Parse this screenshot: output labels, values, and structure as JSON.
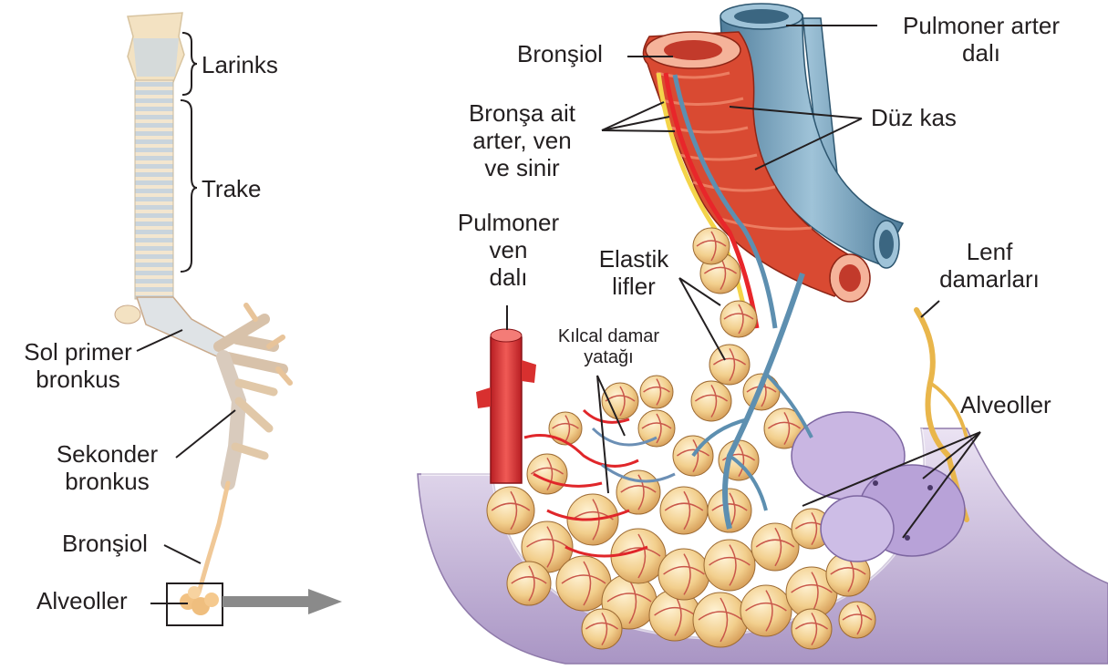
{
  "left_labels": {
    "larynx": "Larinks",
    "trachea": "Trake",
    "primary_bronchus": [
      "Sol primer",
      "bronkus"
    ],
    "secondary_bronchus": [
      "Sekonder",
      "bronkus"
    ],
    "bronchiole": "Bronşiol",
    "alveoli": "Alveoller"
  },
  "right_labels": {
    "bronchiole": "Bronşiol",
    "pulmonary_artery": [
      "Pulmoner arter",
      "dalı"
    ],
    "bronchial_vessels": [
      "Bronşa ait",
      "arter, ven",
      "ve sinir"
    ],
    "smooth_muscle": "Düz kas",
    "pulmonary_vein": [
      "Pulmoner",
      "ven",
      "dalı"
    ],
    "elastic_fibers": [
      "Elastik",
      "lifler"
    ],
    "capillary_bed": [
      "Kılcal damar",
      "yatağı"
    ],
    "lymph_vessels": [
      "Lenf",
      "damarları"
    ],
    "alveoli": "Alveoller"
  },
  "colors": {
    "text": "#231f20",
    "leader_line": "#231f20",
    "arrow": "#8a8a8a",
    "artery_blue": "#6f9fbd",
    "vein_red": "#e0383a",
    "muscle_red": "#d94a32",
    "alveolus_tan": "#f2cf8d",
    "pleura_purple": "#c8b7dc",
    "lymph_yellow": "#e9b64b",
    "cartilage": "#c9d4dc"
  }
}
